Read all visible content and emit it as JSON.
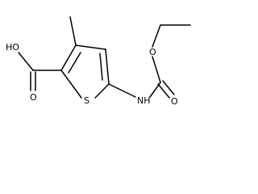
{
  "molecule": {
    "atom_labels": {
      "hydroxyl": "HO",
      "carboxyl_oxygen": "O",
      "ring_sulfur": "S",
      "amine": "NH",
      "carbamate_carbonyl_oxygen": "O",
      "ester_oxygen": "O"
    },
    "colors": {
      "bond": "#000000",
      "label": "#000000",
      "background": "#ffffff"
    }
  }
}
